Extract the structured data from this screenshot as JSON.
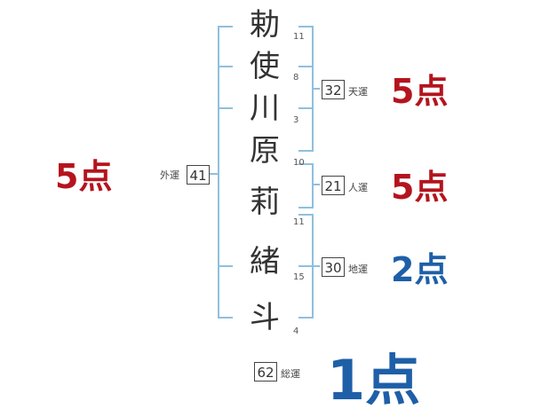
{
  "name": {
    "characters": [
      {
        "char": "勅",
        "strokes": "11"
      },
      {
        "char": "使",
        "strokes": "8"
      },
      {
        "char": "川",
        "strokes": "3"
      },
      {
        "char": "原",
        "strokes": "10"
      },
      {
        "char": "莉",
        "strokes": "11"
      },
      {
        "char": "緒",
        "strokes": "15"
      },
      {
        "char": "斗",
        "strokes": "4"
      }
    ]
  },
  "fortunes": {
    "tenkaku": {
      "label": "天運",
      "value": "32",
      "score": "5点"
    },
    "jinkaku": {
      "label": "人運",
      "value": "21",
      "score": "5点"
    },
    "chikaku": {
      "label": "地運",
      "value": "30",
      "score": "2点"
    },
    "gaikaku": {
      "label": "外運",
      "value": "41",
      "score": "5点"
    },
    "soukaku": {
      "label": "総運",
      "value": "62",
      "score": "1点"
    }
  },
  "colors": {
    "bracket": "#8fc0dd",
    "good": "#b4141e",
    "bad": "#1e5fa8"
  }
}
